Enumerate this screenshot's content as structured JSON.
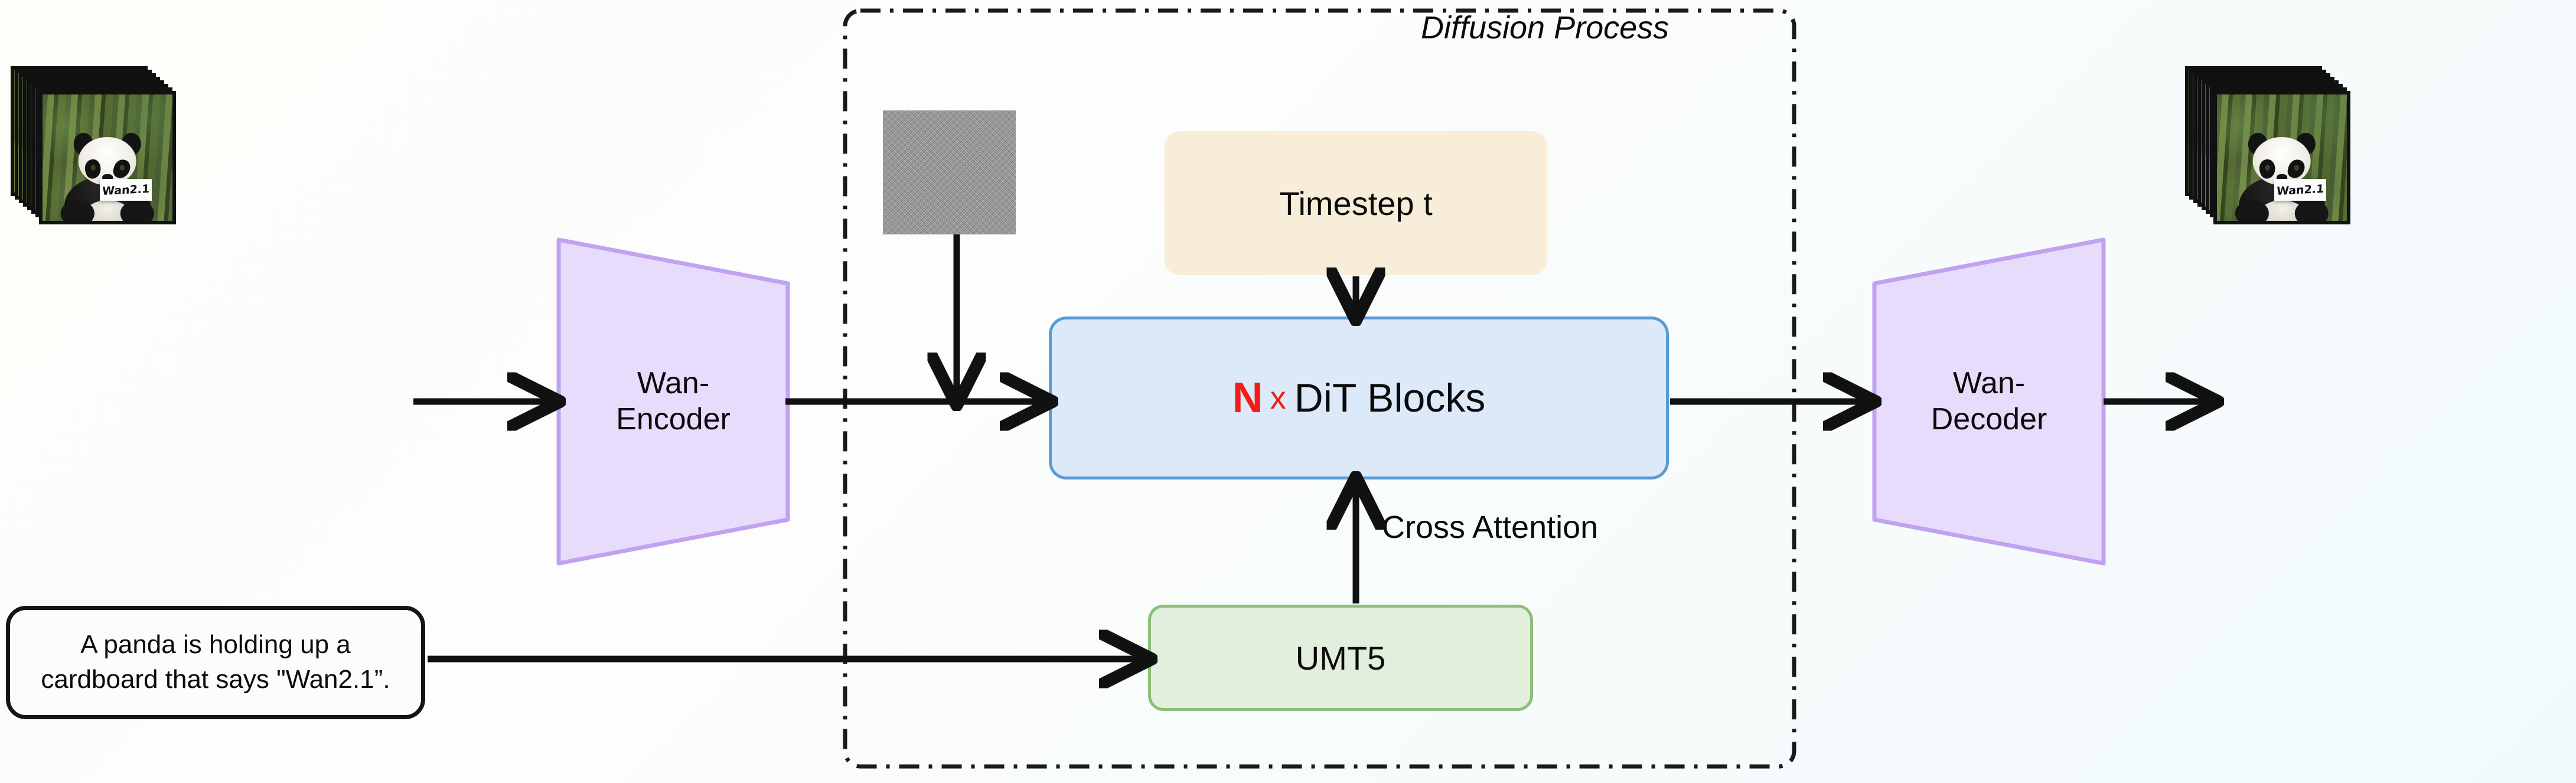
{
  "diagram": {
    "title": "Wan2.1 video diffusion pipeline",
    "background_start": "#fdfdfa",
    "background_end": "#f0fafc"
  },
  "diffusion": {
    "label": "Diffusion Process",
    "border_style": "dash-dot",
    "border_color": "#1a1a1a"
  },
  "input_video": {
    "name": "input-video-frames",
    "frame_count": 8,
    "sign_text": "Wan2.1"
  },
  "output_video": {
    "name": "output-video-frames",
    "frame_count": 8,
    "sign_text": "Wan2.1"
  },
  "encoder": {
    "line1": "Wan-",
    "line2": "Encoder",
    "fill": "#e7dcfb",
    "stroke": "#c0a2f0"
  },
  "decoder": {
    "line1": "Wan-",
    "line2": "Decoder",
    "fill": "#e7dcfb",
    "stroke": "#c0a2f0"
  },
  "noise": {
    "label": "noise-latent-patch"
  },
  "timestep": {
    "label": "Timestep t",
    "fill": "#f8edd8"
  },
  "dit": {
    "prefix_n": "N",
    "prefix_x": "x",
    "label": "DiT Blocks",
    "fill": "#dce9f8",
    "stroke": "#5b9bd5",
    "n_color": "#f41b1b"
  },
  "umt5": {
    "label": "UMT5",
    "fill": "#e3efdd",
    "stroke": "#8cbf78"
  },
  "cross_attention": {
    "label": "Cross Attention"
  },
  "prompt": {
    "line1": "A panda is holding up a",
    "line2": "cardboard that says \"Wan2.1”."
  }
}
